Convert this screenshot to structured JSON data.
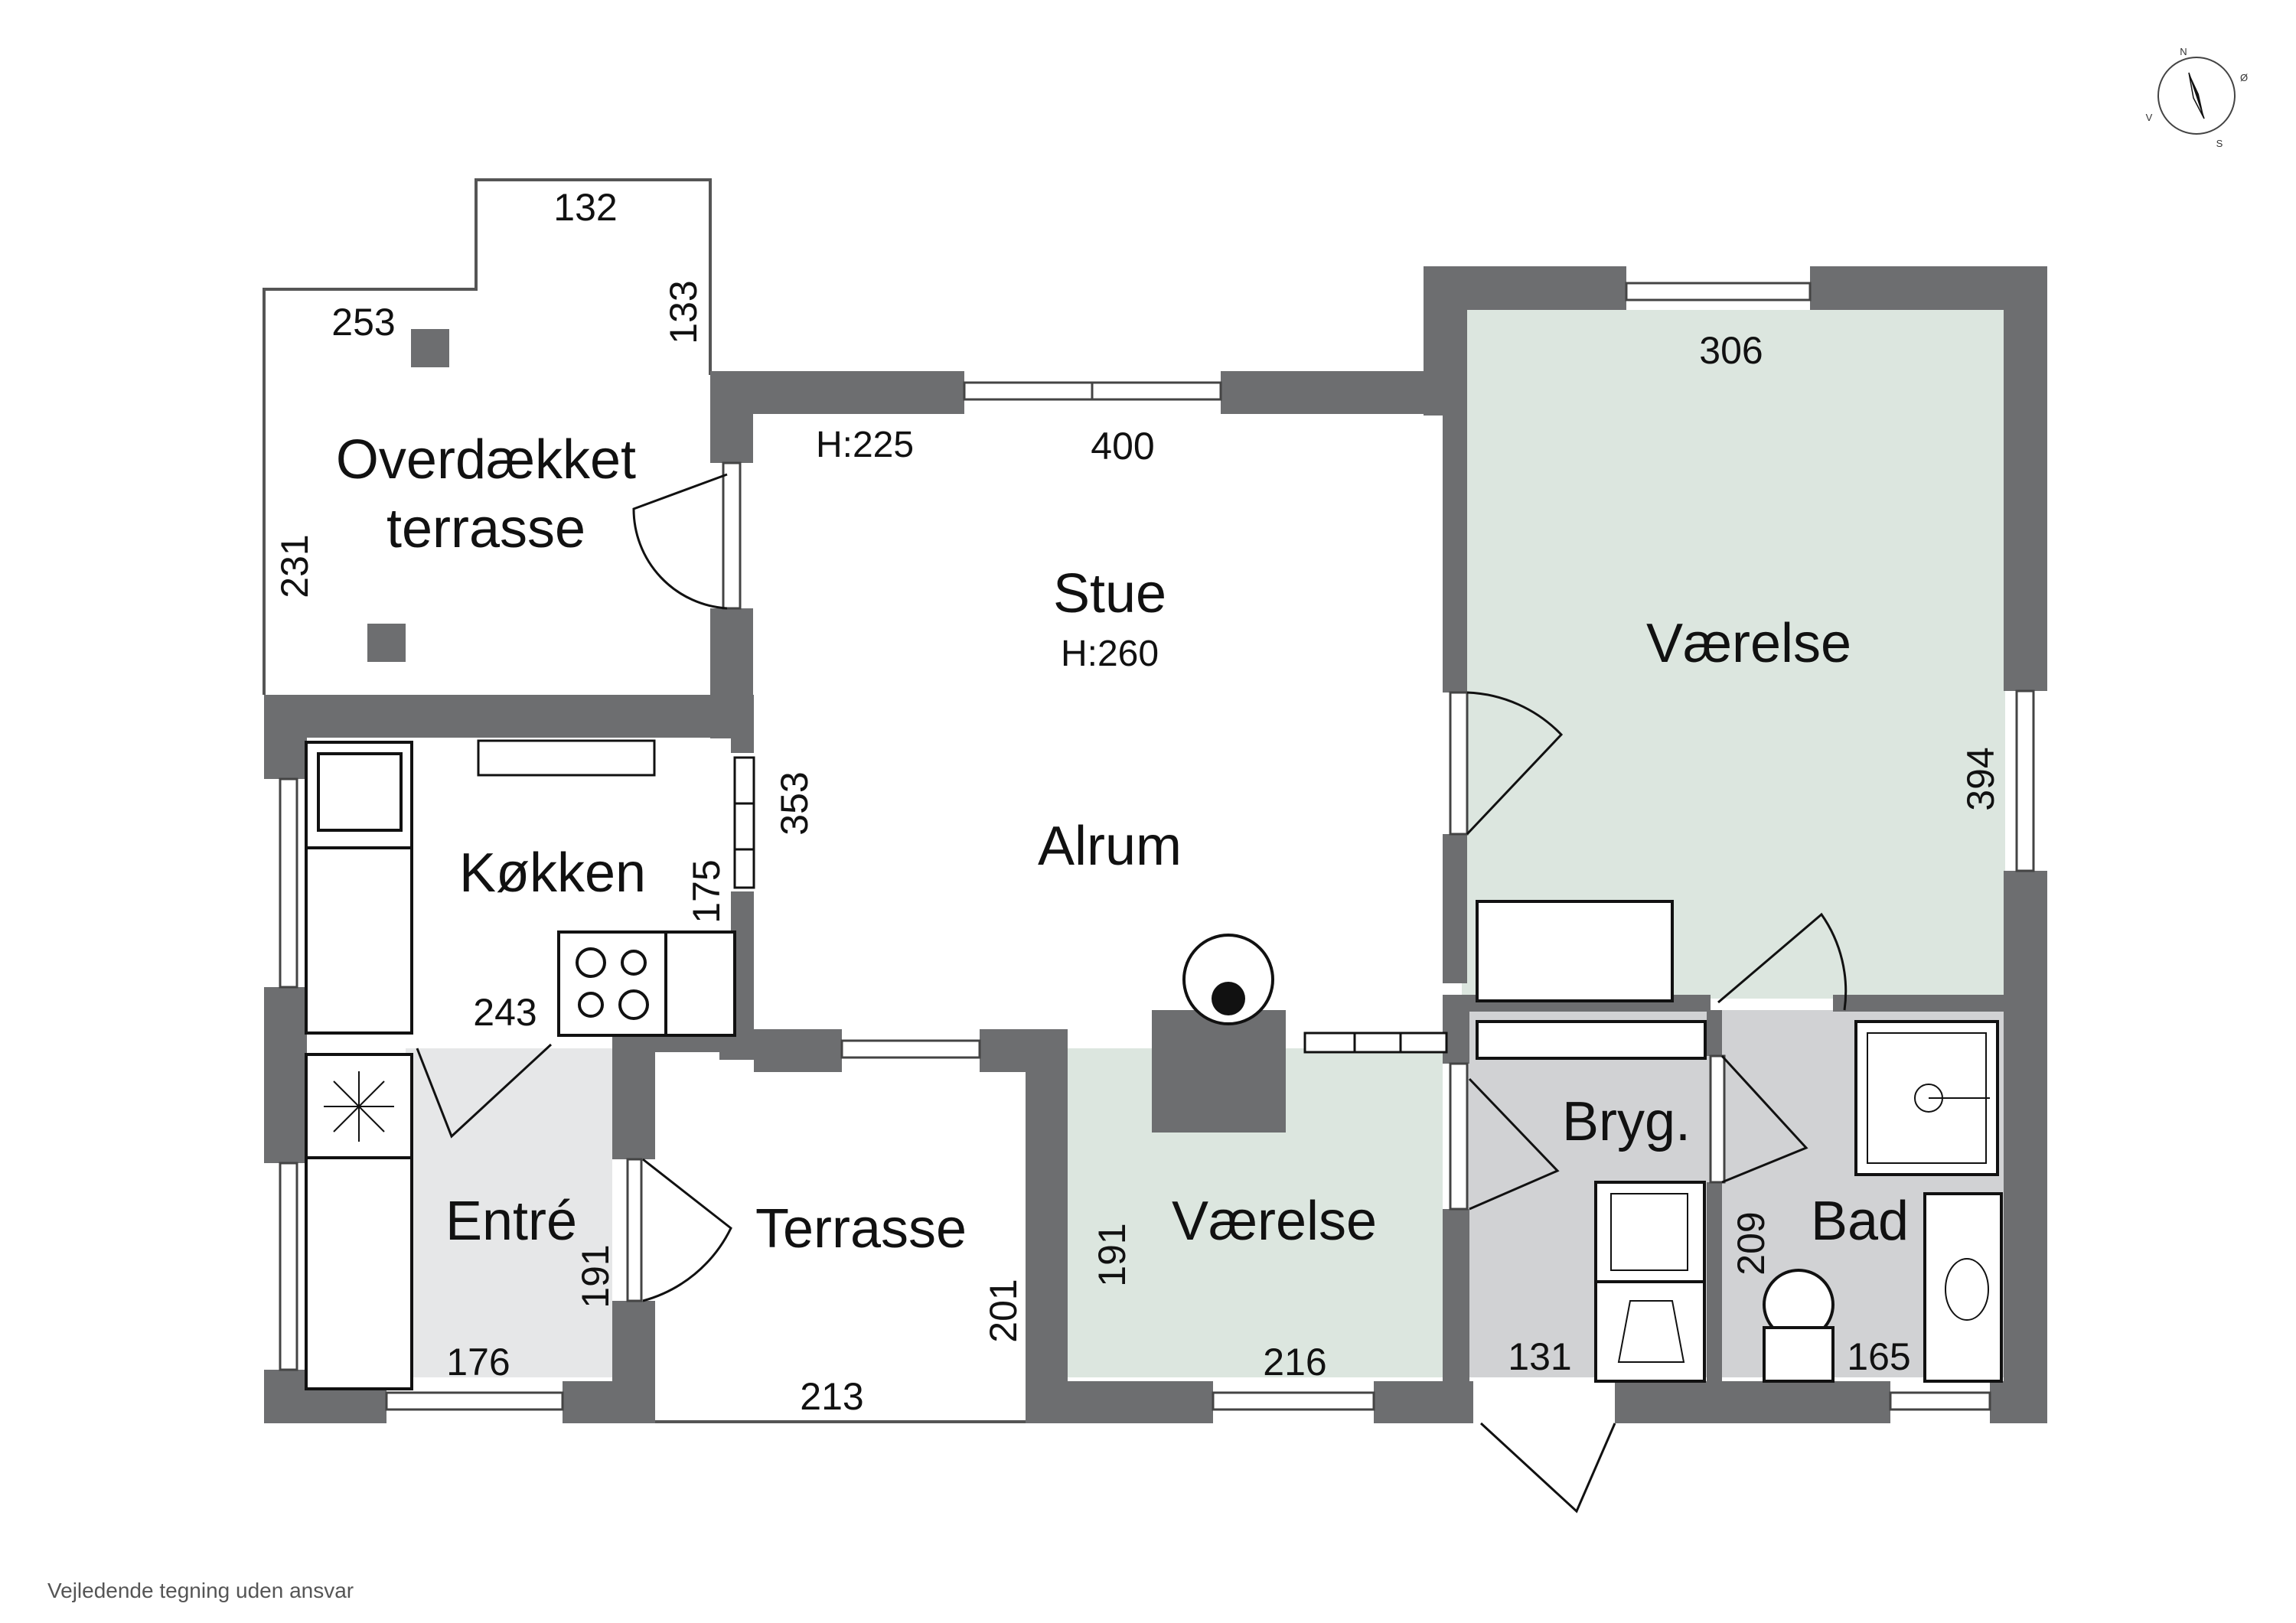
{
  "colors": {
    "wall": "#6d6e70",
    "room_green": "#dce6df",
    "room_grey_light": "#e6e7e8",
    "room_grey": "#d1d2d4",
    "line": "#111111"
  },
  "rooms": {
    "overdaekket_1": "Overdækket",
    "overdaekket_2": "terrasse",
    "stue": "Stue",
    "stue_height": "H:260",
    "stue_window_height": "H:225",
    "alrum": "Alrum",
    "vaerelse_large": "Værelse",
    "koekken": "Køkken",
    "entre": "Entré",
    "terrasse": "Terrasse",
    "vaerelse_small": "Værelse",
    "bryg": "Bryg.",
    "bad": "Bad"
  },
  "dimensions": {
    "d132": "132",
    "d253": "253",
    "d133": "133",
    "d231": "231",
    "d400": "400",
    "d306": "306",
    "d394": "394",
    "d353": "353",
    "d175": "175",
    "d243": "243",
    "d191_entre": "191",
    "d176": "176",
    "d213": "213",
    "d201": "201",
    "d191_vaer": "191",
    "d216": "216",
    "d131": "131",
    "d209": "209",
    "d165": "165"
  },
  "compass": {
    "n": "N",
    "o": "Ø",
    "s": "S",
    "v": "V"
  },
  "disclaimer": "Vejledende tegning uden ansvar"
}
